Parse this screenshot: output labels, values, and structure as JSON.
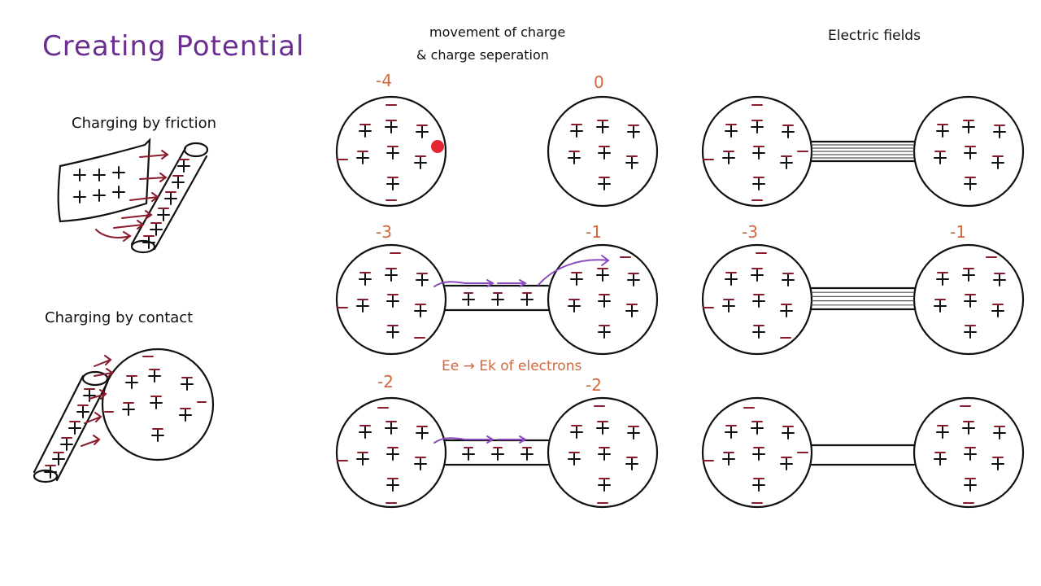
{
  "title": "Creating Potential",
  "colors": {
    "title": "#6a2d91",
    "ink": "#111111",
    "negative": "#8b1a2b",
    "label_orange": "#d2673e",
    "electron_flow": "#8a4bbf",
    "pointer": "#e0101a"
  },
  "left": {
    "friction_heading": "Charging by friction",
    "contact_heading": "Charging by contact"
  },
  "middle": {
    "heading_line1": "movement of charge",
    "heading_line2": "& charge seperation",
    "energy_note": "Ee → Ek of electrons",
    "rows": [
      {
        "left_charge": "-4",
        "right_charge": "0",
        "connected": false
      },
      {
        "left_charge": "-3",
        "right_charge": "-1",
        "connected": true
      },
      {
        "left_charge": "-2",
        "right_charge": "-2",
        "connected": true
      }
    ]
  },
  "right": {
    "heading": "Electric fields",
    "rows": [
      {
        "left_charge": "",
        "right_charge": "",
        "field_lines": 5
      },
      {
        "left_charge": "-3",
        "right_charge": "-1",
        "field_lines": 4
      },
      {
        "left_charge": "",
        "right_charge": "",
        "field_lines": 0
      }
    ]
  }
}
